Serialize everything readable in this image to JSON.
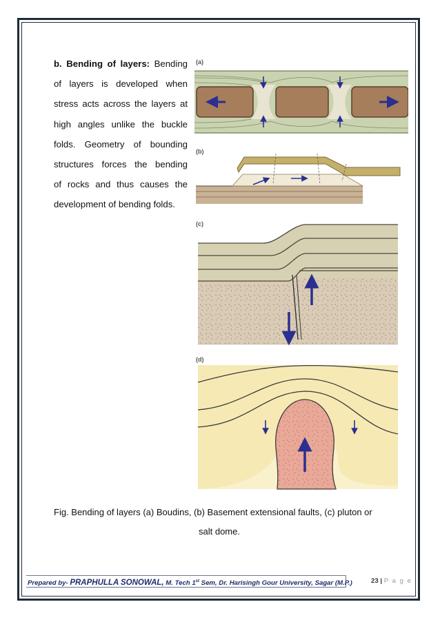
{
  "paragraph": {
    "heading": "b. Bending of layers:",
    "lines": [
      "Bending",
      "of layers is developed when",
      "stress acts across the layers at",
      "high angles unlike the buckle",
      "folds. Geometry of bounding",
      "structures forces the bending",
      "of rocks and thus causes the",
      "development of bending folds."
    ]
  },
  "figure": {
    "labels": [
      "(a)",
      "(b)",
      "(c)",
      "(d)"
    ]
  },
  "caption": {
    "line1": "Fig. Bending of layers (a) Boudins, (b) Basement extensional faults, (c) pluton or",
    "line2": "salt dome."
  },
  "footer": {
    "prepared_by": "Prepared by- ",
    "author": "PRAPHULLA SONOWAL,",
    "degree_pre": " M. Tech 1",
    "degree_sup": "st",
    "degree_post": " Sem, Dr. Harisingh Gour University, Sagar (M.P.)",
    "page_number": "23",
    "separator": " | ",
    "page_word": "P a g e"
  },
  "colors": {
    "arrow": "#2b2f8f",
    "layer_green": "#c9d3b0",
    "boudin_brown": "#a67e5c",
    "basement": "#d9cbb5",
    "layer_tan": "#d7d1b4",
    "pluton_pink": "#e9a898",
    "dome_yellow": "#f6e9b4"
  }
}
